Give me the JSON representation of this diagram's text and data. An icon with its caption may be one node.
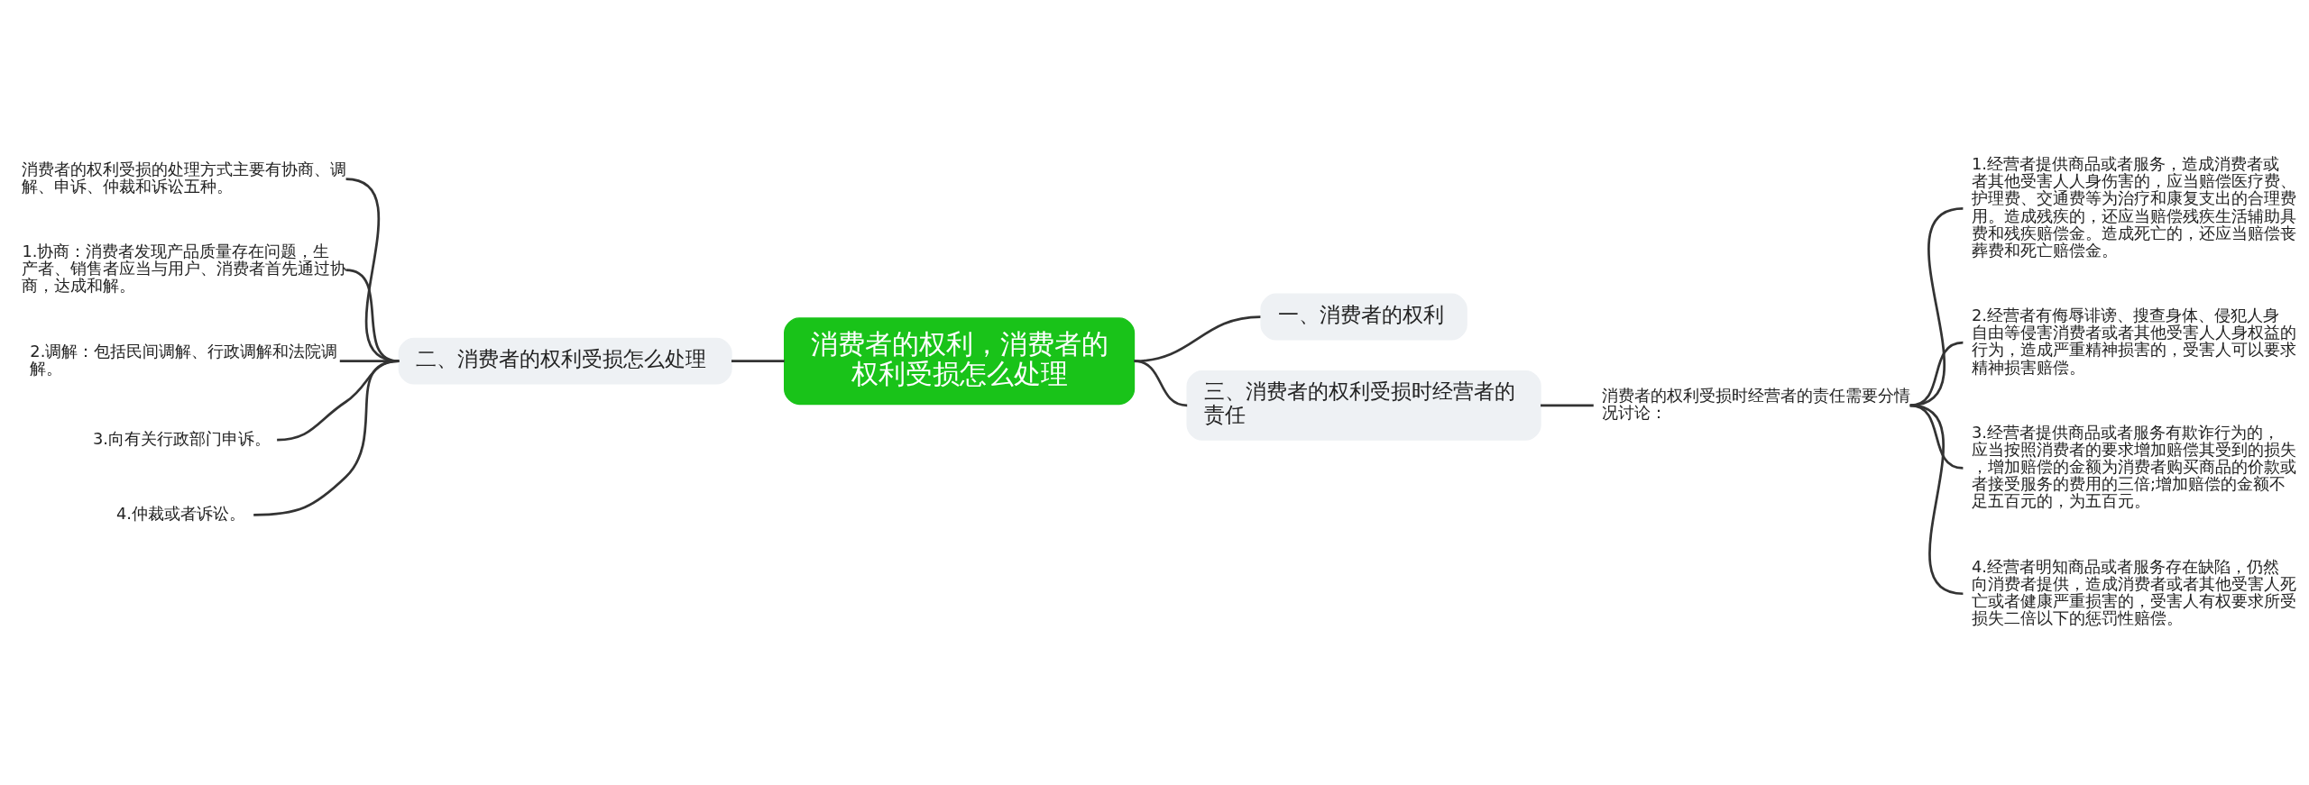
{
  "diagram": {
    "nodes": [
      {
        "text": [
          "消费者的权利，消费者的权利受损怎么处理"
        ]
      },
      {
        "text": [
          "一、消费者的权利"
        ]
      },
      {
        "text": [
          "二、消费者的权利受损怎么处理"
        ]
      },
      {
        "text": [
          "三、消费者的权利受损时经营者的责任"
        ]
      },
      {
        "text": [
          "消费者的权利受损时经营者的责任需要分情况讨论："
        ]
      },
      {
        "text": [
          "1.经营者提供商品或者服务，造成消费者或者其他受害人人身伤害的，应当赔偿医疗费、护理费、交通费等为治疗和康复支出的合理费用。造成残疾的，还应当赔偿残疾生活辅助具费和残疾赔偿金。造成死亡的，还应当赔偿丧葬费和死亡赔偿金。"
        ]
      },
      {
        "text": [
          "2.经营者有侮辱诽谤、搜查身体、侵犯人身自由等侵害消费者或者其他受害人人身权益的行为，造成严重精神损害的，受害人可以要求精神损害赔偿。"
        ]
      },
      {
        "text": [
          "3.经营者提供商品或者服务有欺诈行为的，应当按照消费者的要求增加赔偿其受到的损失，增加赔偿的金额为消费者购买商品的价款或者接受服务的费用的三倍;增加赔偿的金额不足五百元的，为五百元。"
        ]
      },
      {
        "text": [
          "4.经营者明知商品或者服务存在缺陷，仍然向消费者提供，造成消费者或者其他受害人死亡或者健康严重损害的，受害人有权要求所受损失二倍以下的惩罚性赔偿。"
        ]
      },
      {
        "text": [
          "消费者的权利受损的处理方式主要有协商、调解、申诉、仲裁和诉讼五种。"
        ]
      },
      {
        "text": [
          "1.协商：消费者发现产品质量存在问题，生产者、销售者应当与用户、消费者首先通过协商，达成和解。"
        ]
      },
      {
        "text": [
          "2.调解：包括民间调解、行政调解和法院调解。"
        ]
      },
      {
        "text": [
          "3.向有关行政部门申诉。"
        ]
      },
      {
        "text": [
          "4.仲裁或者诉讼。"
        ]
      }
    ],
    "edges": [
      {
        "from": 9,
        "to": 2,
        "arrow": "none"
      },
      {
        "from": 10,
        "to": 2,
        "arrow": "none"
      },
      {
        "from": 11,
        "to": 2,
        "arrow": "none"
      },
      {
        "from": 12,
        "to": 2,
        "arrow": "none"
      },
      {
        "from": 13,
        "to": 2,
        "arrow": "none"
      },
      {
        "from": 2,
        "to": 0,
        "arrow": "none"
      },
      {
        "from": 0,
        "to": 1,
        "arrow": "none"
      },
      {
        "from": 0,
        "to": 3,
        "arrow": "none"
      },
      {
        "from": 3,
        "to": 4,
        "arrow": "none"
      },
      {
        "from": 4,
        "to": 5,
        "arrow": "none"
      },
      {
        "from": 4,
        "to": 6,
        "arrow": "none"
      },
      {
        "from": 4,
        "to": 7,
        "arrow": "none"
      },
      {
        "from": 4,
        "to": 8,
        "arrow": "none"
      }
    ]
  }
}
